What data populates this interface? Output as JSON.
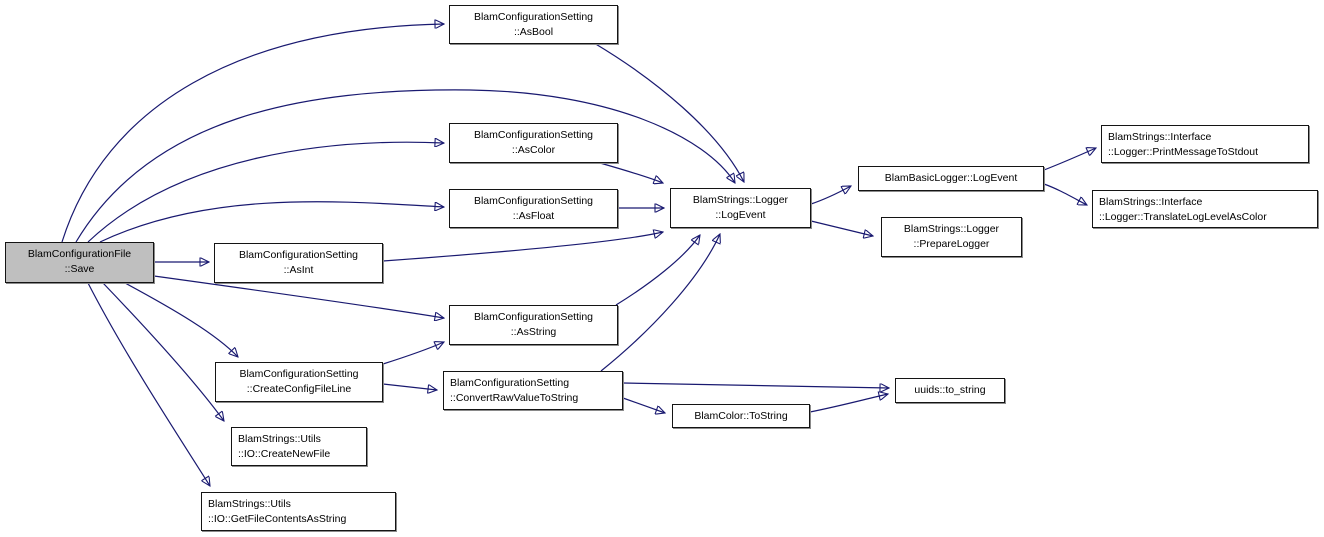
{
  "diagram": {
    "type": "call-graph",
    "background_color": "#ffffff",
    "edge_color": "#191970",
    "node_fill": "#ffffff",
    "highlight_node_fill": "#bfbfbf",
    "nodes": [
      {
        "id": "save",
        "line1": "BlamConfigurationFile",
        "line2": "::Save",
        "highlighted": true
      },
      {
        "id": "as-bool",
        "line1": "BlamConfigurationSetting",
        "line2": "::AsBool",
        "highlighted": false
      },
      {
        "id": "as-color",
        "line1": "BlamConfigurationSetting",
        "line2": "::AsColor",
        "highlighted": false
      },
      {
        "id": "as-float",
        "line1": "BlamConfigurationSetting",
        "line2": "::AsFloat",
        "highlighted": false
      },
      {
        "id": "as-int",
        "line1": "BlamConfigurationSetting",
        "line2": "::AsInt",
        "highlighted": false
      },
      {
        "id": "as-string",
        "line1": "BlamConfigurationSetting",
        "line2": "::AsString",
        "highlighted": false
      },
      {
        "id": "create-config-file-line",
        "line1": "BlamConfigurationSetting",
        "line2": "::CreateConfigFileLine",
        "highlighted": false
      },
      {
        "id": "convert-raw-value-to-string",
        "line1": "BlamConfigurationSetting",
        "line2": "::ConvertRawValueToString",
        "highlighted": false
      },
      {
        "id": "create-new-file",
        "line1": "BlamStrings::Utils",
        "line2": "::IO::CreateNewFile",
        "highlighted": false
      },
      {
        "id": "get-file-contents-as-string",
        "line1": "BlamStrings::Utils",
        "line2": "::IO::GetFileContentsAsString",
        "highlighted": false
      },
      {
        "id": "log-event",
        "line1": "BlamStrings::Logger",
        "line2": "::LogEvent",
        "highlighted": false
      },
      {
        "id": "blam-basic-logger-log-event",
        "line1": "BlamBasicLogger::LogEvent",
        "line2": "",
        "highlighted": false
      },
      {
        "id": "prepare-logger",
        "line1": "BlamStrings::Logger",
        "line2": "::PrepareLogger",
        "highlighted": false
      },
      {
        "id": "print-message-to-stdout",
        "line1": "BlamStrings::Interface",
        "line2": "::Logger::PrintMessageToStdout",
        "highlighted": false
      },
      {
        "id": "translate-log-level-as-color",
        "line1": "BlamStrings::Interface",
        "line2": "::Logger::TranslateLogLevelAsColor",
        "highlighted": false
      },
      {
        "id": "blam-color-to-string",
        "line1": "BlamColor::ToString",
        "line2": "",
        "highlighted": false
      },
      {
        "id": "uuids-to-string",
        "line1": "uuids::to_string",
        "line2": "",
        "highlighted": false
      }
    ],
    "edges": [
      {
        "from": "save",
        "to": "as-bool"
      },
      {
        "from": "save",
        "to": "log-event"
      },
      {
        "from": "save",
        "to": "as-color"
      },
      {
        "from": "save",
        "to": "as-float"
      },
      {
        "from": "save",
        "to": "as-int"
      },
      {
        "from": "save",
        "to": "as-string"
      },
      {
        "from": "save",
        "to": "create-config-file-line"
      },
      {
        "from": "save",
        "to": "create-new-file"
      },
      {
        "from": "save",
        "to": "get-file-contents-as-string"
      },
      {
        "from": "as-bool",
        "to": "log-event"
      },
      {
        "from": "as-color",
        "to": "log-event"
      },
      {
        "from": "as-float",
        "to": "log-event"
      },
      {
        "from": "as-int",
        "to": "log-event"
      },
      {
        "from": "as-string",
        "to": "log-event"
      },
      {
        "from": "create-config-file-line",
        "to": "as-string"
      },
      {
        "from": "create-config-file-line",
        "to": "convert-raw-value-to-string"
      },
      {
        "from": "convert-raw-value-to-string",
        "to": "log-event"
      },
      {
        "from": "convert-raw-value-to-string",
        "to": "uuids-to-string"
      },
      {
        "from": "convert-raw-value-to-string",
        "to": "blam-color-to-string"
      },
      {
        "from": "blam-color-to-string",
        "to": "uuids-to-string"
      },
      {
        "from": "log-event",
        "to": "blam-basic-logger-log-event"
      },
      {
        "from": "log-event",
        "to": "prepare-logger"
      },
      {
        "from": "blam-basic-logger-log-event",
        "to": "print-message-to-stdout"
      },
      {
        "from": "blam-basic-logger-log-event",
        "to": "translate-log-level-as-color"
      }
    ]
  }
}
